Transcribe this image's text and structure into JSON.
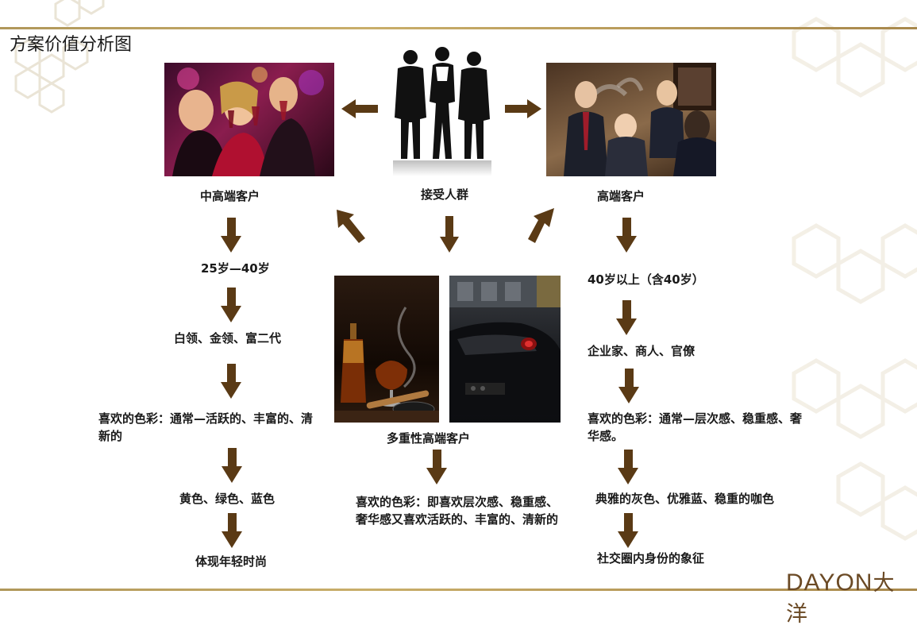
{
  "title": "方案价值分析图",
  "accent_color": "#5a3a15",
  "rule_color": "#b0975a",
  "nodes": {
    "center_group": "接受人群",
    "mid_high": "中高端客户",
    "high": "高端客户",
    "multi_high": "多重性高端客户"
  },
  "left_column": {
    "age": "25岁—40岁",
    "identity": "白领、金领、富二代",
    "color_pref": "喜欢的色彩：通常—活跃的、丰富的、清新的",
    "colors": "黄色、绿色、蓝色",
    "meaning": "体现年轻时尚"
  },
  "right_column": {
    "age": "40岁以上（含40岁）",
    "identity": "企业家、商人、官僚",
    "color_pref": "喜欢的色彩：通常—层次感、稳重感、奢华感。",
    "colors": "典雅的灰色、优雅蓝、稳重的咖色",
    "meaning": "社交圈内身份的象征"
  },
  "center_column": {
    "color_pref": "喜欢的色彩：即喜欢层次感、稳重感、奢华感又喜欢活跃的、丰富的、清新的"
  },
  "logo": {
    "latin": "DAYON",
    "cn": "大洋"
  },
  "icons": {
    "photo_party": "party-photo-icon",
    "photo_group": "business-silhouettes-icon",
    "photo_elders": "elder-businessmen-photo-icon",
    "photo_cognac": "cognac-cigar-photo-icon",
    "photo_car": "sports-car-photo-icon"
  }
}
